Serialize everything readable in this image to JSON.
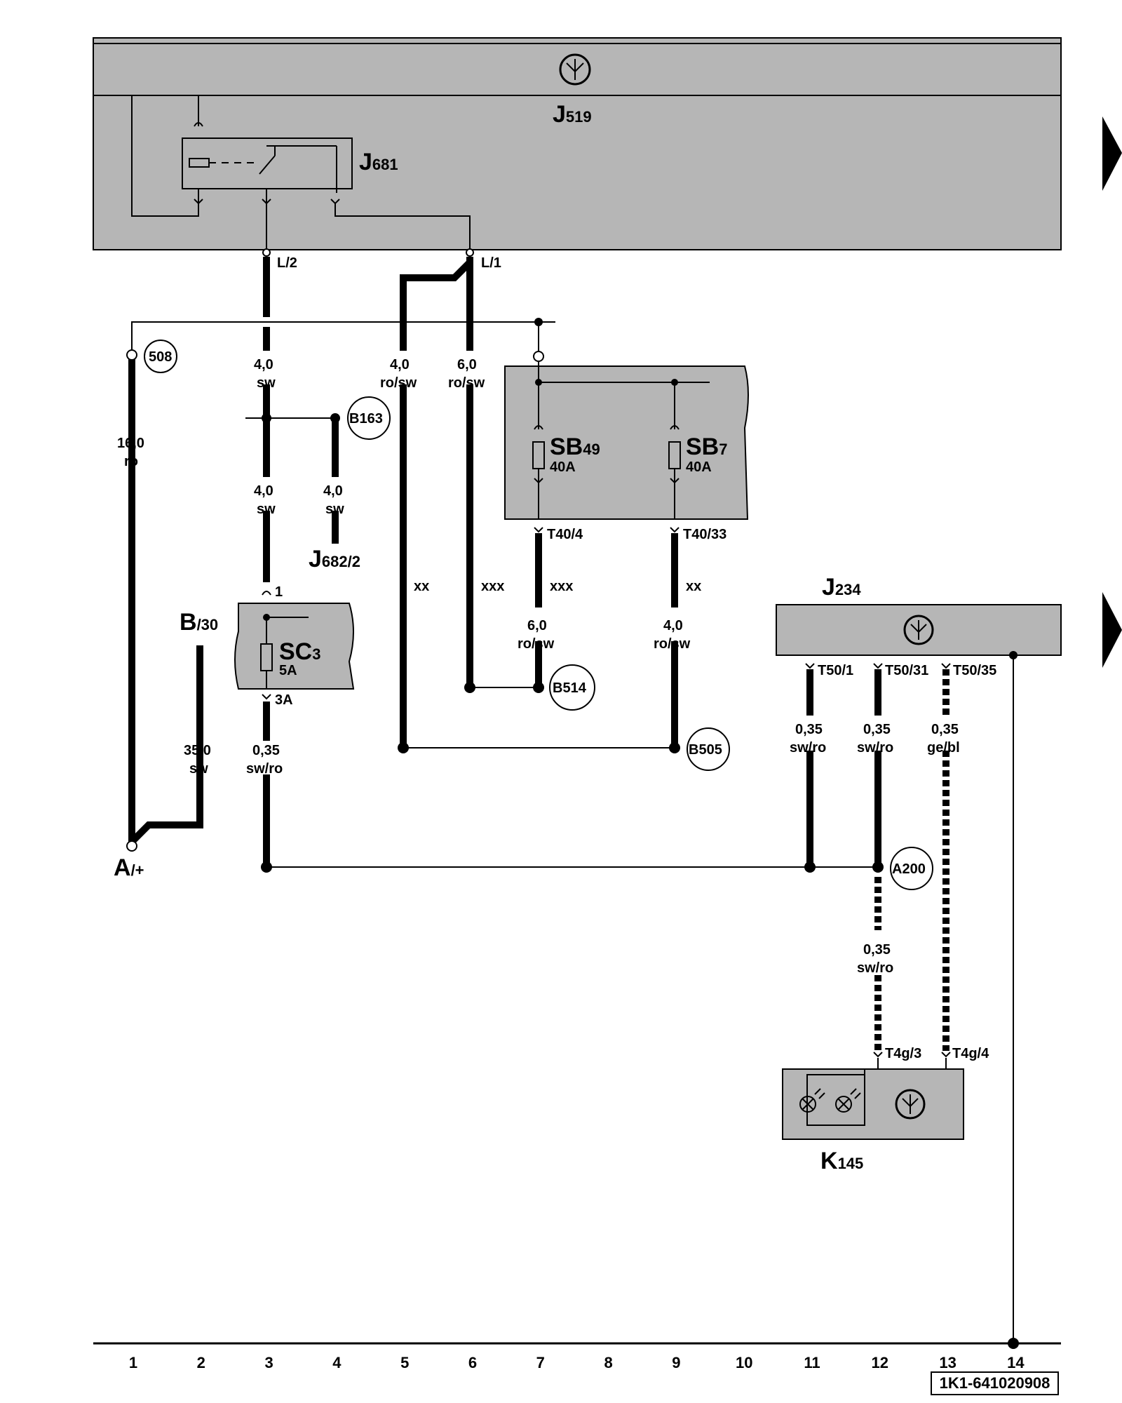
{
  "components": {
    "J519": {
      "main": "J",
      "sub": "519"
    },
    "J681": {
      "main": "J",
      "sub": "681"
    },
    "J682": {
      "main": "J",
      "sub": "682",
      "suffix": "/2"
    },
    "J234": {
      "main": "J",
      "sub": "234"
    },
    "SB49": {
      "main": "SB",
      "sub": "49",
      "rating": "40A"
    },
    "SB7": {
      "main": "SB",
      "sub": "7",
      "rating": "40A"
    },
    "SC3": {
      "main": "SC",
      "sub": "3",
      "rating": "5A"
    },
    "K145": {
      "main": "K",
      "sub": "145"
    },
    "A": {
      "main": "A",
      "suffix": "/+"
    },
    "B": {
      "main": "B",
      "suffix": "/30"
    }
  },
  "pins": {
    "L2": "L/2",
    "L1": "L/1",
    "T40_4": "T40/4",
    "T40_33": "T40/33",
    "SC3_in": "1",
    "SC3_out": "3A",
    "T50_1": "T50/1",
    "T50_31": "T50/31",
    "T50_35": "T50/35",
    "T4g_3": "T4g/3",
    "T4g_4": "T4g/4"
  },
  "connectors": {
    "c508": "508",
    "B163": "B163",
    "B514": "B514",
    "B505": "B505",
    "A200": "A200"
  },
  "wires": {
    "w1": {
      "size": "16,0",
      "color": "ro"
    },
    "w2": {
      "size": "35,0",
      "color": "sw"
    },
    "w3a": {
      "size": "4,0",
      "color": "sw"
    },
    "w3b": {
      "size": "4,0",
      "color": "sw"
    },
    "w3c": {
      "size": "0,35",
      "color": "sw/ro"
    },
    "w4": {
      "size": "4,0",
      "color": "sw"
    },
    "w5": {
      "size": "4,0",
      "color": "ro/sw"
    },
    "w6": {
      "size": "6,0",
      "color": "ro/sw"
    },
    "w7": {
      "size": "6,0",
      "color": "ro/sw"
    },
    "w9": {
      "size": "4,0",
      "color": "ro/sw"
    },
    "w11": {
      "size": "0,35",
      "color": "sw/ro"
    },
    "w12a": {
      "size": "0,35",
      "color": "sw/ro"
    },
    "w12b": {
      "size": "0,35",
      "color": "sw/ro"
    },
    "w13": {
      "size": "0,35",
      "color": "ge/bl"
    }
  },
  "markers": {
    "m5": "xx",
    "m6": "xxx",
    "m7": "xxx",
    "m9": "xx"
  },
  "columns": [
    "1",
    "2",
    "3",
    "4",
    "5",
    "6",
    "7",
    "8",
    "9",
    "10",
    "11",
    "12",
    "13",
    "14"
  ],
  "doc_id": "1K1-641020908"
}
